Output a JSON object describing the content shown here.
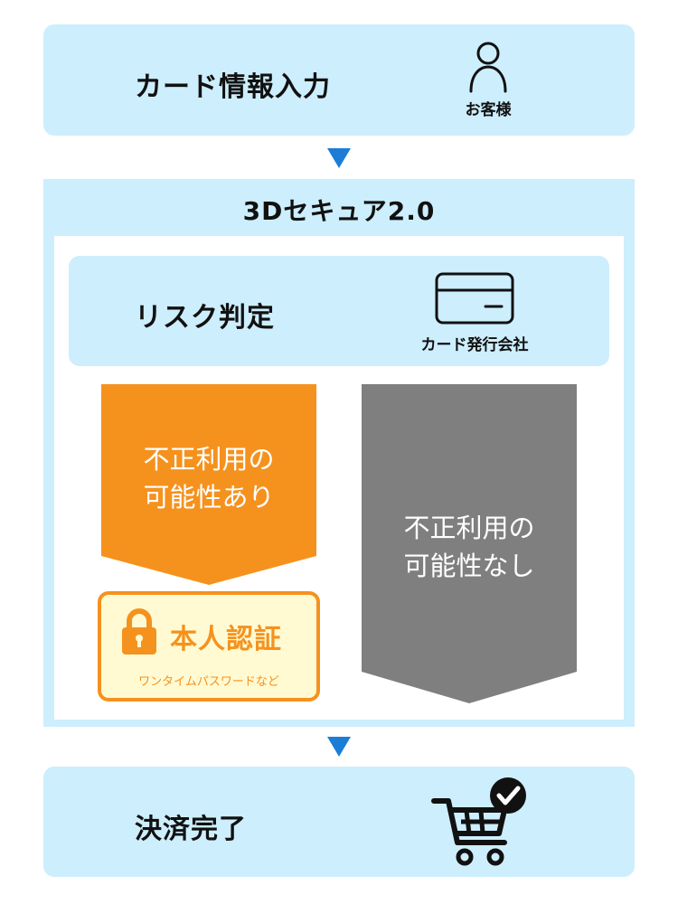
{
  "step1": {
    "title": "カード情報入力",
    "actor": "お客様",
    "icon": "person-icon"
  },
  "process": {
    "title": "3Dセキュア2.0",
    "risk": {
      "title": "リスク判定",
      "actor": "カード発行会社",
      "icon": "credit-card-icon"
    },
    "branch_yes": {
      "text": "不正利用の\n可能性あり",
      "color": "#f5921e"
    },
    "branch_no": {
      "text": "不正利用の\n可能性なし",
      "color": "#7f7f7f"
    },
    "auth": {
      "title": "本人認証",
      "subtitle": "ワンタイムパスワードなど",
      "icon": "lock-icon"
    }
  },
  "step3": {
    "title": "決済完了",
    "icon": "shopping-cart-check-icon"
  },
  "colors": {
    "panel": "#cdeefc",
    "arrow": "#1c7dd6",
    "accent": "#f5921e",
    "gray": "#7f7f7f",
    "auth_bg": "#fffad2"
  }
}
